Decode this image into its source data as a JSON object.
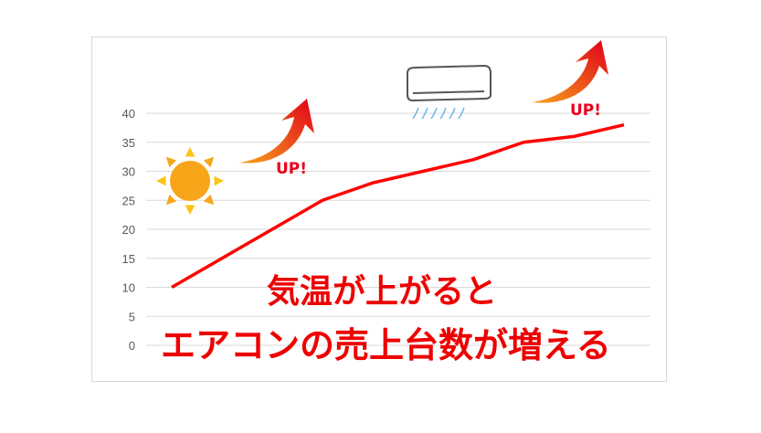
{
  "chart_data": {
    "type": "line",
    "title": "",
    "xlabel": "",
    "ylabel": "",
    "ylim": [
      0,
      40
    ],
    "yticks": [
      "0",
      "5",
      "10",
      "15",
      "20",
      "25",
      "30",
      "35",
      "40"
    ],
    "grid": true,
    "legend": "none",
    "x": [
      1,
      2,
      3,
      4,
      5,
      6,
      7,
      8,
      9,
      10
    ],
    "values": [
      10,
      15,
      20,
      25,
      28,
      30,
      32,
      35,
      36,
      38
    ],
    "line_color": "#ff0000"
  },
  "annotations": {
    "up1": "UP!",
    "up2": "UP!",
    "caption_line1": "気温が上がると",
    "caption_line2": "エアコンの売上台数が増える"
  },
  "icons": [
    "sun-icon",
    "air-conditioner-icon",
    "up-arrow-icon"
  ]
}
